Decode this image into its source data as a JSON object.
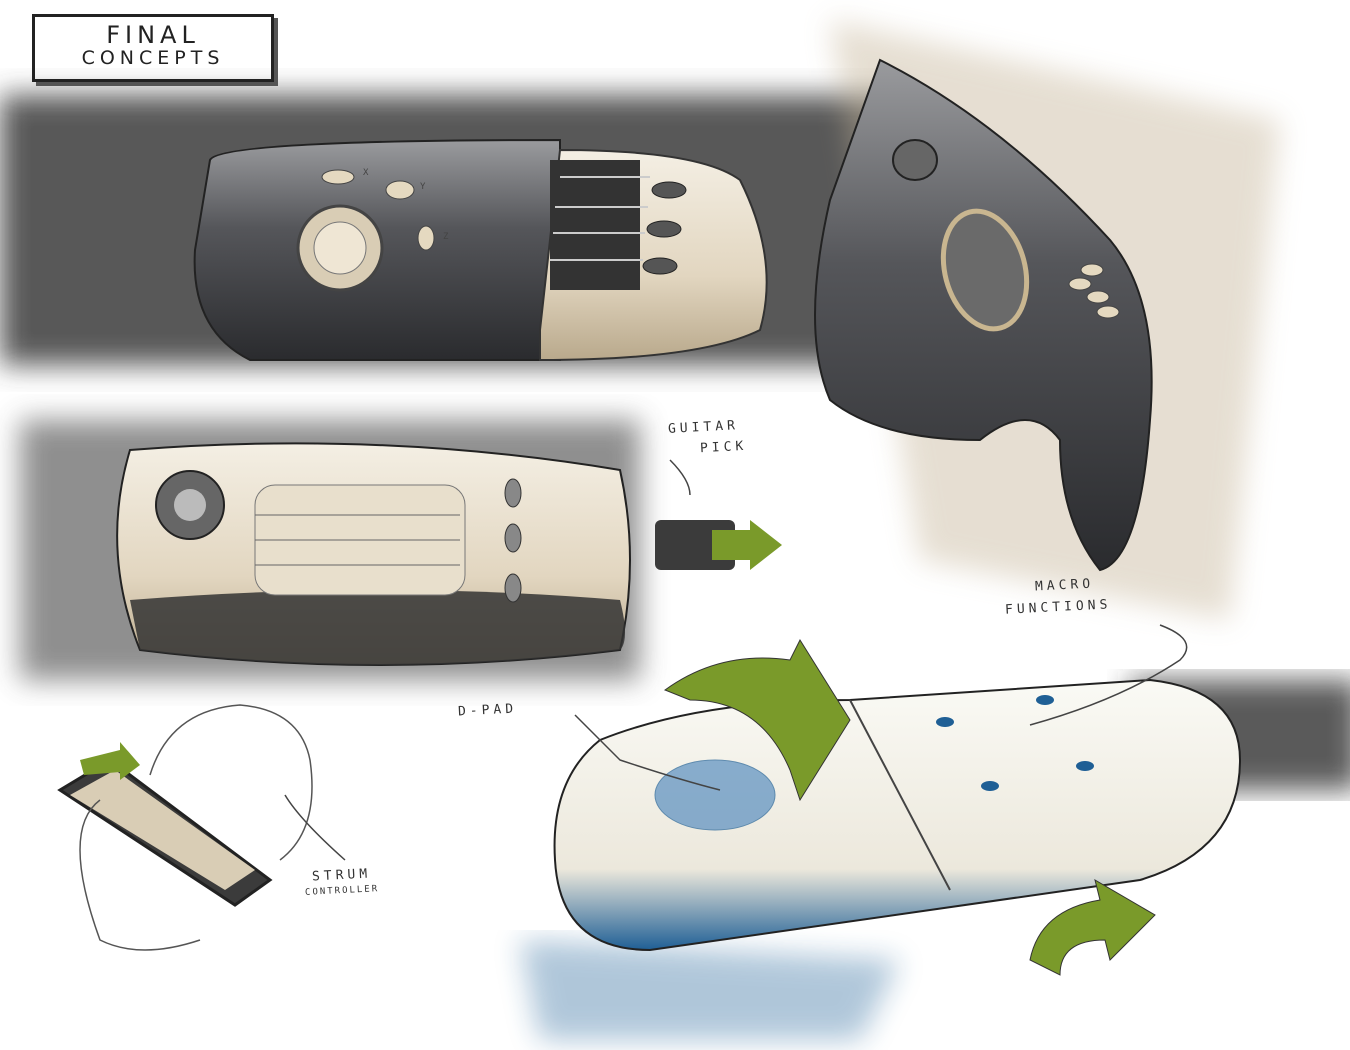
{
  "title": {
    "line1": "FINAL",
    "line2": "CONCEPTS"
  },
  "labels": {
    "guitar_pick": [
      "GUITAR",
      "PICK"
    ],
    "macro_functions": [
      "MACRO",
      "FUNCTIONS"
    ],
    "d_pad": "D-PAD",
    "strum_controller": [
      "STRUM",
      "CONTROLLER"
    ]
  },
  "button_labels": {
    "x": "X",
    "y": "Y",
    "z": "Z"
  },
  "colors": {
    "dark_body": "#3a3b3e",
    "cream_body": "#e8dfcf",
    "accent_green": "#7a9a2a",
    "accent_blue": "#1f5f95"
  }
}
